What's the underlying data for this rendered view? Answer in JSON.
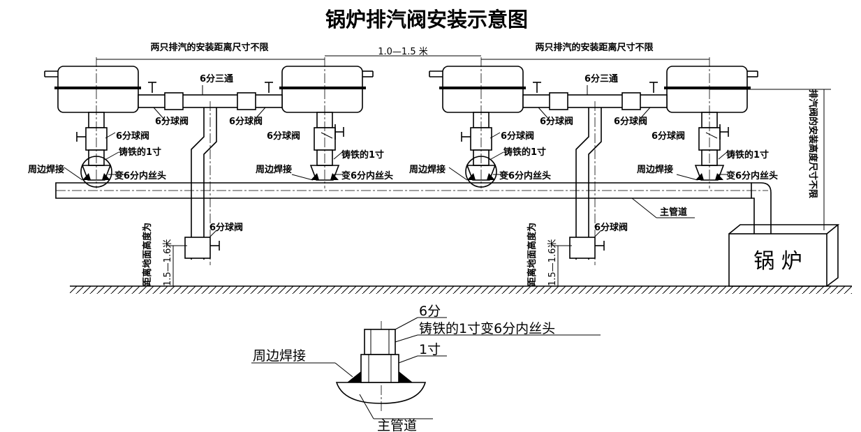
{
  "title": "锅炉排汽阀安装示意图",
  "labels": {
    "install_distance_note": "两只排汽的安装距离尺寸不限",
    "spacing": "1.0—1.5 米",
    "tee": "6分三通",
    "ball_valve": "6分球阀",
    "cast_iron": "铸铁的1寸",
    "reducer": "变6分内丝头",
    "weld": "周边焊接",
    "main_pipe": "主管道",
    "height_note": "距离地面高度为",
    "height_value": "1.5—1.6米",
    "valve_height_note": "排汽阀的安装高度尺寸不限",
    "boiler": "锅 炉"
  },
  "detail": {
    "size_6": "6分",
    "fitting": "铸铁的1寸变6分内丝头",
    "size_1": "1寸",
    "weld": "周边焊接",
    "main_pipe": "主管道"
  }
}
